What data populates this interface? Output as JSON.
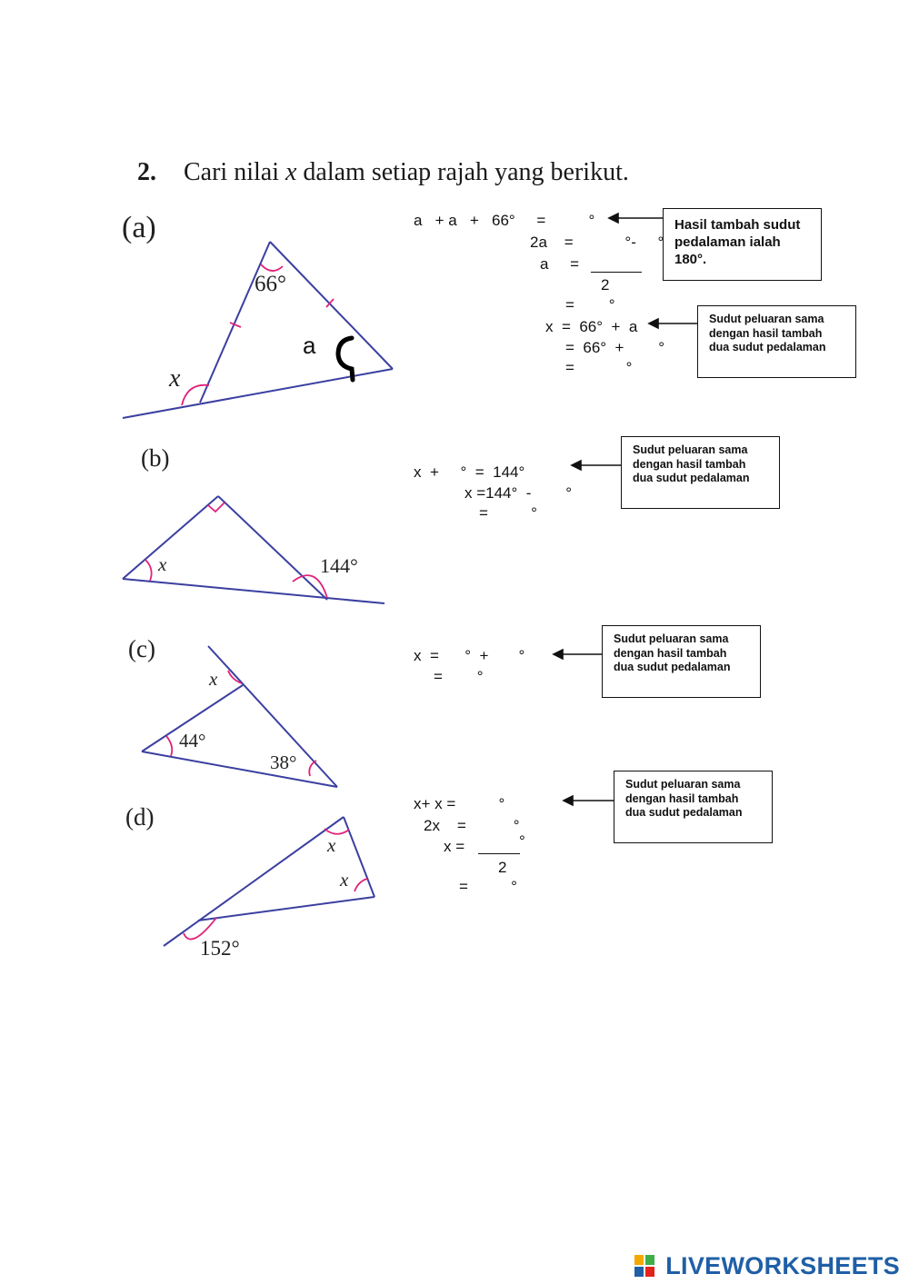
{
  "heading": {
    "number": "2.",
    "text_before": "Cari nilai ",
    "variable": "x",
    "text_after": " dalam setiap rajah yang berikut."
  },
  "parts": {
    "a": {
      "label": "(a)",
      "angle_top": "66°",
      "angle_unknown": "a",
      "angle_exterior": "x",
      "work": {
        "line1": "a   + a   +   66°     =          °",
        "line2": "2a    =            °-     °",
        "line3": "a     =",
        "denominator": "2",
        "line4": "=        °",
        "line5": "x  =  66°  +  a",
        "line6": "=  66°  +        °",
        "line7": "=            °"
      },
      "note1": "Hasil  tambah sudut  pedalaman ialah 180°.",
      "note2": "Sudut  peluaran sama  dengan  hasil tambah  dua  sudut pedalaman"
    },
    "b": {
      "label": "(b)",
      "angle_interior": "x",
      "angle_exterior": "144°",
      "work": {
        "line1": "x  +     °  =  144°",
        "line2": "x =144°  -        °",
        "line3": "=          °"
      },
      "note": "Sudut  peluaran sama  dengan  hasil tambah  dua  sudut pedalaman"
    },
    "c": {
      "label": "(c)",
      "angle_exterior": "x",
      "angle_left": "44°",
      "angle_right": "38°",
      "work": {
        "line1": "x  =      °  +       °",
        "line2": "=        °"
      },
      "note": "Sudut  peluaran sama  dengan  hasil tambah  dua  sudut pedalaman"
    },
    "d": {
      "label": "(d)",
      "angle_top": "x",
      "angle_right": "x",
      "angle_exterior": "152°",
      "work": {
        "line1": "x+ x =          °",
        "line2": "2x    =           °",
        "line3": "x =",
        "line3b": "°",
        "denominator": "2",
        "line4": "=          °"
      },
      "note": "Sudut  peluaran sama  dengan  hasil tambah  dua  sudut pedalaman"
    }
  },
  "footer": {
    "brand": "LIVEWORKSHEETS"
  },
  "colors": {
    "line": "#3b3fa0",
    "arc": "#e0227a",
    "brand": "#1f5fa6"
  }
}
